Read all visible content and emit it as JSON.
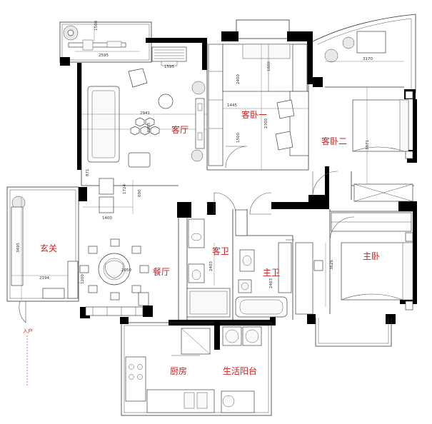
{
  "rooms": {
    "living": "客厅",
    "bedroom1": "客卧一",
    "bedroom2": "客卧二",
    "entrance": "玄关",
    "dining": "餐厅",
    "guest_bath": "客卫",
    "master_bath": "主卫",
    "master_bed": "主卧",
    "kitchen": "厨房",
    "utility_balcony": "生活阳台"
  },
  "entry_label": "入户",
  "dimensions": {
    "balcony_width": "2595",
    "balcony_depth": "1500",
    "piano": "1595",
    "living_width": "2941",
    "living_depth": "3963",
    "bed1_depth_top": "2400",
    "bed1_depth_right": "1600",
    "bed1_width": "1445",
    "bed1_depth_mid": "2300",
    "bed1_depth_low": "1500",
    "bed2_width": "3170",
    "bed2_depth": "3871",
    "corridor_a": "871",
    "corridor_b": "1724",
    "corridor_c": "600",
    "corridor_d": "1400",
    "entrance_depth": "3495",
    "entrance_width": "2194",
    "dining_table": "2050",
    "dining_side": "1200",
    "guest_bath_depth": "2403",
    "master_bath_depth": "2463",
    "master_bed_depth": "3626"
  }
}
